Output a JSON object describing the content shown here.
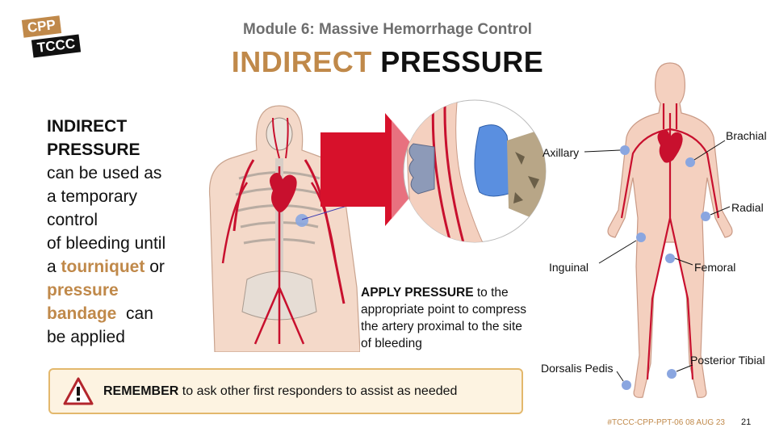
{
  "logo": {
    "line1": "CPP",
    "line2": "TCCC"
  },
  "header": {
    "module": "Module 6: Massive Hemorrhage Control",
    "title_highlight": "INDIRECT",
    "title_rest": "PRESSURE"
  },
  "left_text": {
    "heading_1": "INDIRECT",
    "heading_2": "PRESSURE",
    "line_1": "can be used as",
    "line_2": "a temporary",
    "line_3": "control",
    "line_4": "of bleeding until",
    "line_5_pre": "a",
    "tourniquet": "tourniquet",
    "line_5_post": "or",
    "pressure": "pressure",
    "bandage": "bandage",
    "line_7_post": "can",
    "line_8": "be applied"
  },
  "apply": {
    "bold": "APPLY PRESSURE",
    "rest_1": "to the",
    "rest_2": "appropriate point to compress",
    "rest_3": "the artery proximal to the site",
    "rest_4": "of bleeding"
  },
  "pressure_points": {
    "axillary": "Axillary",
    "brachial": "Brachial",
    "radial": "Radial",
    "inguinal": "Inguinal",
    "femoral": "Femoral",
    "dorsalis_pedis": "Dorsalis Pedis",
    "posterior_tibial": "Posterior Tibial"
  },
  "remember": {
    "bold": "REMEMBER",
    "rest": "to ask other first responders to assist as needed",
    "icon": "warning-triangle-icon"
  },
  "footer": {
    "code": "#TCCC-CPP-PPT-06  08 AUG 23",
    "page": "21"
  },
  "colors": {
    "gold": "#c0894a",
    "artery_red": "#c8102e",
    "skin": "#f6d3c0",
    "point_blue": "#8aa6e0",
    "box_bg": "#fdf3e1",
    "box_border": "#e3b86c"
  }
}
